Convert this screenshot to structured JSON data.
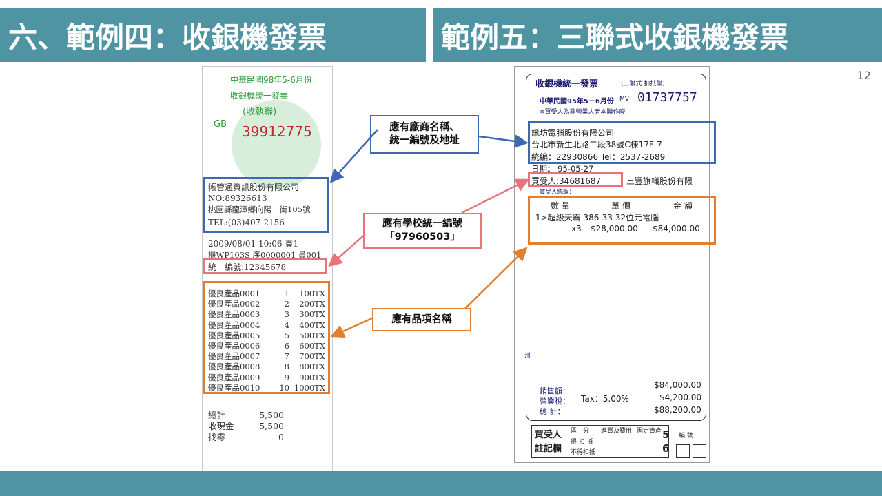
{
  "header": {
    "left_title": "六、範例四：收銀機發票",
    "right_title": "範例五：三聯式收銀機發票"
  },
  "page_number": "12",
  "callouts": {
    "company": [
      "應有廠商名稱、",
      "統一編號及地址"
    ],
    "school_id": [
      "應有學校統一編號",
      "「97960503」"
    ],
    "items": "應有品項名稱"
  },
  "left_receipt": {
    "period": "中華民國98年5-6月份",
    "type": "收銀機統一發票",
    "copy": "(收執聯)",
    "prefix": "GB",
    "number": "39912775",
    "company_name": "帳管通資訊股份有限公司",
    "company_no": "NO:89326613",
    "address": "桃園縣龍潭鄉向陽一街105號",
    "tel": "TEL:(03)407-2156",
    "datetime": "2009/08/01  10:06  頁1",
    "machine": "機WP103S  序0000001  員001",
    "buyer_id": "統一編號:12345678",
    "items": [
      {
        "name": "優良產品0001",
        "qty": "1",
        "price": "100TX"
      },
      {
        "name": "優良產品0002",
        "qty": "2",
        "price": "200TX"
      },
      {
        "name": "優良產品0003",
        "qty": "3",
        "price": "300TX"
      },
      {
        "name": "優良產品0004",
        "qty": "4",
        "price": "400TX"
      },
      {
        "name": "優良產品0005",
        "qty": "5",
        "price": "500TX"
      },
      {
        "name": "優良產品0006",
        "qty": "6",
        "price": "600TX"
      },
      {
        "name": "優良產品0007",
        "qty": "7",
        "price": "700TX"
      },
      {
        "name": "優良產品0008",
        "qty": "8",
        "price": "800TX"
      },
      {
        "name": "優良產品0009",
        "qty": "9",
        "price": "900TX"
      },
      {
        "name": "優良產品0010",
        "qty": "10",
        "price": "1000TX"
      }
    ],
    "totals": [
      {
        "label": "總計",
        "value": "5,500"
      },
      {
        "label": "收現金",
        "value": "5,500"
      },
      {
        "label": "找零",
        "value": "0"
      }
    ]
  },
  "right_receipt": {
    "title": "收銀機統一發票",
    "subtitle": "(三聯式  扣抵聯)",
    "period": "中華民國95年5－6月份",
    "prefix": "MV",
    "number": "01737757",
    "note": "※買受人為非營業人者本聯作廢",
    "company_name": "訊坊電腦股份有限公司",
    "address": "台北市新生北路二段38號C棟17F-7",
    "tax_id_tel": "統編：22930866   Tel：2537-2689",
    "date": "日期：  95-05-27",
    "buyer": "買受人:34681687",
    "buyer_company": "三豐旗幟股份有限",
    "buyer_id_label": "買受人統編：",
    "col_qty": "數 量",
    "col_price": "單 價",
    "col_amount": "金 額",
    "item_line": "1>超級天霸 386-33 32位元電腦",
    "item_detail_qty": "x3",
    "item_detail_price": "$28,000.00",
    "item_detail_amount": "$84,000.00",
    "sales_label": "銷售額：",
    "tax_label": "營業稅：",
    "total_label": "總   計：",
    "tax_rate": "Tax：5.00%",
    "sales_value": "$84,000.00",
    "tax_value": "$4,200.00",
    "total_value": "$88,200.00",
    "side_mark": "州",
    "buyer_box_label": [
      "買受人",
      "註記欄"
    ],
    "box_cells": [
      "區　分",
      "進貨及費用",
      "固定資產",
      "得 扣 抵",
      "不得扣抵"
    ],
    "code_digits": [
      "5",
      "6"
    ],
    "code_label": "編  號"
  }
}
